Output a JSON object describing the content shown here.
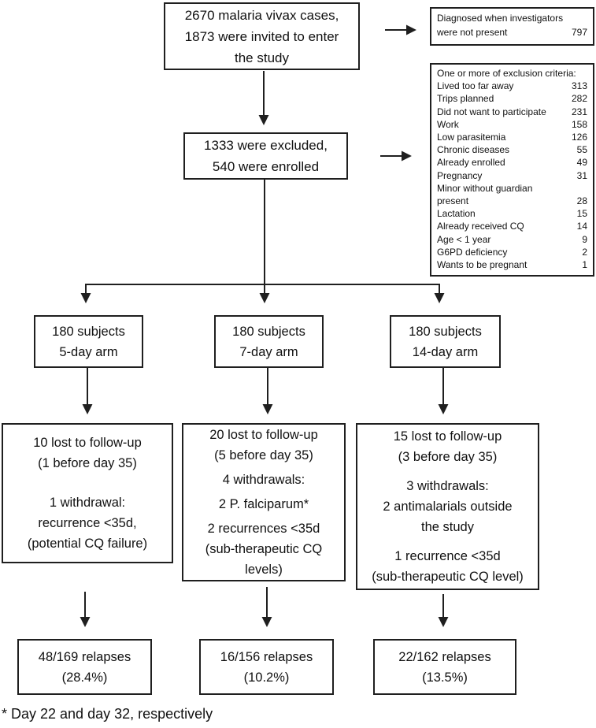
{
  "colors": {
    "line": "#1f1f1f",
    "background": "#ffffff",
    "text": "#111111"
  },
  "flowchart": {
    "top_box": {
      "line1": "2670 malaria vivax cases,",
      "line2": "1873 were invited to enter",
      "line3": "the study"
    },
    "diagnosed_box": {
      "line1": "Diagnosed when investigators",
      "label": "were not present",
      "value": "797"
    },
    "excluded_box": {
      "line1": "1333 were excluded,",
      "line2": "540 were enrolled"
    },
    "criteria_box": {
      "header": "One or more of exclusion criteria:",
      "rows": [
        {
          "label": "Lived too far away",
          "value": "313"
        },
        {
          "label": "Trips planned",
          "value": "282"
        },
        {
          "label": "Did not want to participate",
          "value": "231"
        },
        {
          "label": "Work",
          "value": "158"
        },
        {
          "label": "Low parasitemia",
          "value": "126"
        },
        {
          "label": "Chronic diseases",
          "value": "55"
        },
        {
          "label": "Already enrolled",
          "value": "49"
        },
        {
          "label": "Pregnancy",
          "value": "31"
        },
        {
          "label": "Minor without guardian",
          "value": ""
        },
        {
          "label": "present",
          "value": "28"
        },
        {
          "label": "Lactation",
          "value": "15"
        },
        {
          "label": "Already received CQ",
          "value": "14"
        },
        {
          "label": "Age < 1 year",
          "value": "9"
        },
        {
          "label": "G6PD deficiency",
          "value": "2"
        },
        {
          "label": "Wants to be pregnant",
          "value": "1"
        }
      ]
    },
    "arms": [
      {
        "line1": "180 subjects",
        "line2": "5-day arm"
      },
      {
        "line1": "180 subjects",
        "line2": "7-day arm"
      },
      {
        "line1": "180 subjects",
        "line2": "14-day arm"
      }
    ],
    "followup": [
      {
        "lines": [
          "10 lost to follow-up",
          "(1 before day 35)",
          "1 withdrawal:",
          "recurrence <35d,",
          "(potential CQ failure)"
        ]
      },
      {
        "lines": [
          "20 lost to follow-up",
          "(5 before day 35)",
          "4 withdrawals:",
          "2 P. falciparum*",
          "2 recurrences <35d",
          "(sub-therapeutic CQ",
          "levels)"
        ]
      },
      {
        "lines": [
          "15 lost to follow-up",
          "(3 before day 35)",
          "3 withdrawals:",
          "2 antimalarials outside",
          "the study",
          "1 recurrence <35d",
          "(sub-therapeutic CQ level)"
        ]
      }
    ],
    "relapse": [
      {
        "line1": "48/169 relapses",
        "line2": "(28.4%)"
      },
      {
        "line1": "16/156 relapses",
        "line2": "(10.2%)"
      },
      {
        "line1": "22/162 relapses",
        "line2": "(13.5%)"
      }
    ],
    "footnote": "* Day 22 and day 32, respectively"
  }
}
